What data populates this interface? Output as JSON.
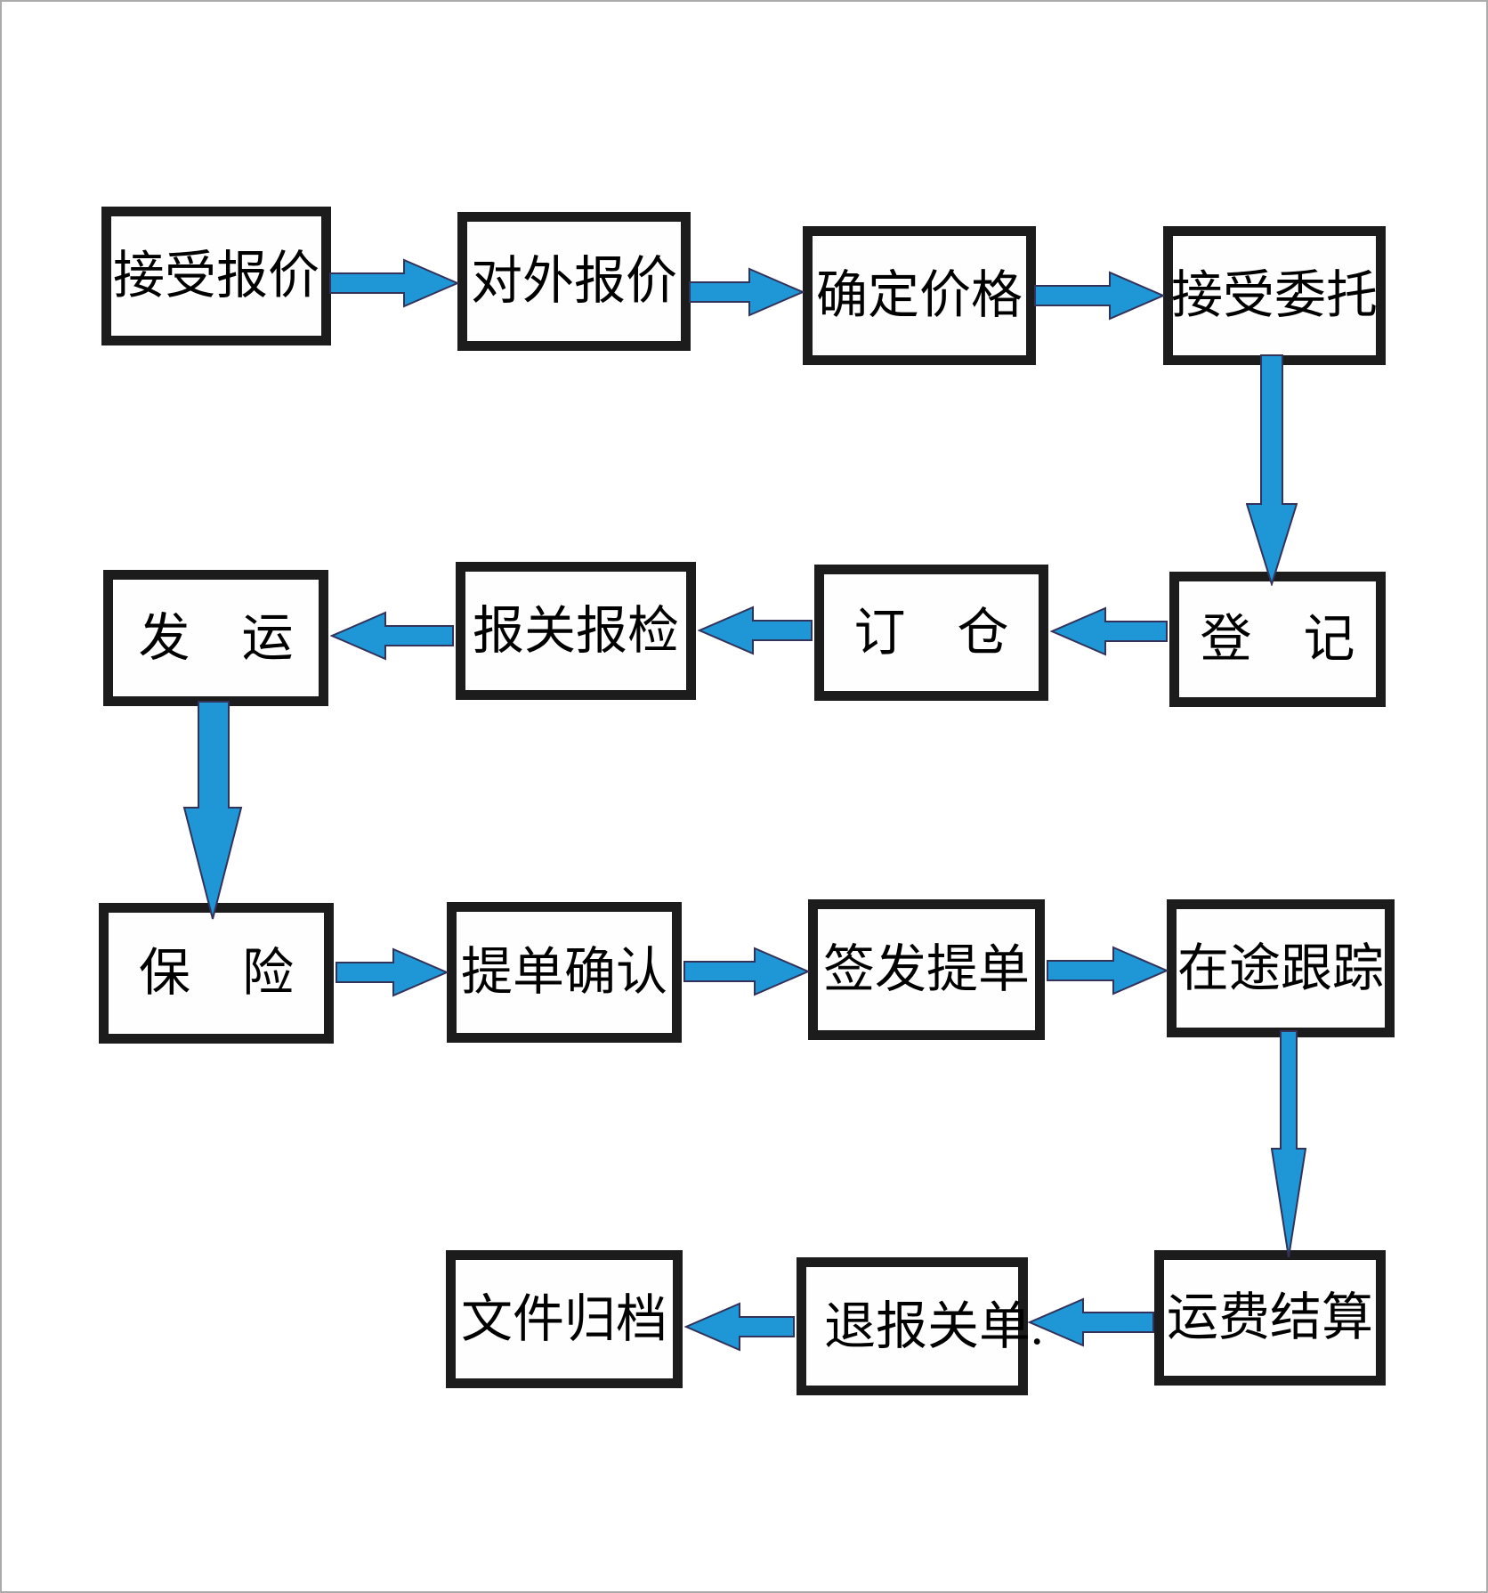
{
  "diagram": {
    "type": "flowchart",
    "nodes": [
      {
        "id": "receive-quote",
        "label": "接受报价"
      },
      {
        "id": "external-quote",
        "label": "对外报价"
      },
      {
        "id": "confirm-price",
        "label": "确定价格"
      },
      {
        "id": "accept-commission",
        "label": "接受委托"
      },
      {
        "id": "register",
        "label": "登　记"
      },
      {
        "id": "book-space",
        "label": "订　仓"
      },
      {
        "id": "customs-declaration",
        "label": "报关报检"
      },
      {
        "id": "dispatch",
        "label": "发　运"
      },
      {
        "id": "insurance",
        "label": "保　险"
      },
      {
        "id": "bl-confirmation",
        "label": "提单确认"
      },
      {
        "id": "issue-bl",
        "label": "签发提单"
      },
      {
        "id": "transit-tracking",
        "label": "在途跟踪"
      },
      {
        "id": "freight-settlement",
        "label": "运费结算"
      },
      {
        "id": "return-customs-docs",
        "label": "退报关单."
      },
      {
        "id": "file-archiving",
        "label": "文件归档"
      }
    ],
    "edges": [
      {
        "from": "receive-quote",
        "to": "external-quote",
        "direction": "right"
      },
      {
        "from": "external-quote",
        "to": "confirm-price",
        "direction": "right"
      },
      {
        "from": "confirm-price",
        "to": "accept-commission",
        "direction": "right"
      },
      {
        "from": "accept-commission",
        "to": "register",
        "direction": "down"
      },
      {
        "from": "register",
        "to": "book-space",
        "direction": "left"
      },
      {
        "from": "book-space",
        "to": "customs-declaration",
        "direction": "left"
      },
      {
        "from": "customs-declaration",
        "to": "dispatch",
        "direction": "left"
      },
      {
        "from": "dispatch",
        "to": "insurance",
        "direction": "down"
      },
      {
        "from": "insurance",
        "to": "bl-confirmation",
        "direction": "right"
      },
      {
        "from": "bl-confirmation",
        "to": "issue-bl",
        "direction": "right"
      },
      {
        "from": "issue-bl",
        "to": "transit-tracking",
        "direction": "right"
      },
      {
        "from": "transit-tracking",
        "to": "freight-settlement",
        "direction": "down"
      },
      {
        "from": "freight-settlement",
        "to": "return-customs-docs",
        "direction": "left"
      },
      {
        "from": "return-customs-docs",
        "to": "file-archiving",
        "direction": "left"
      }
    ],
    "colors": {
      "arrow_fill": "#1F96D5",
      "arrow_stroke": "#32325A",
      "box_border": "#1C1C1C",
      "text_color": "#000000",
      "page_bg": "#FFFFFF",
      "frame_border": "#ABABAB"
    }
  }
}
